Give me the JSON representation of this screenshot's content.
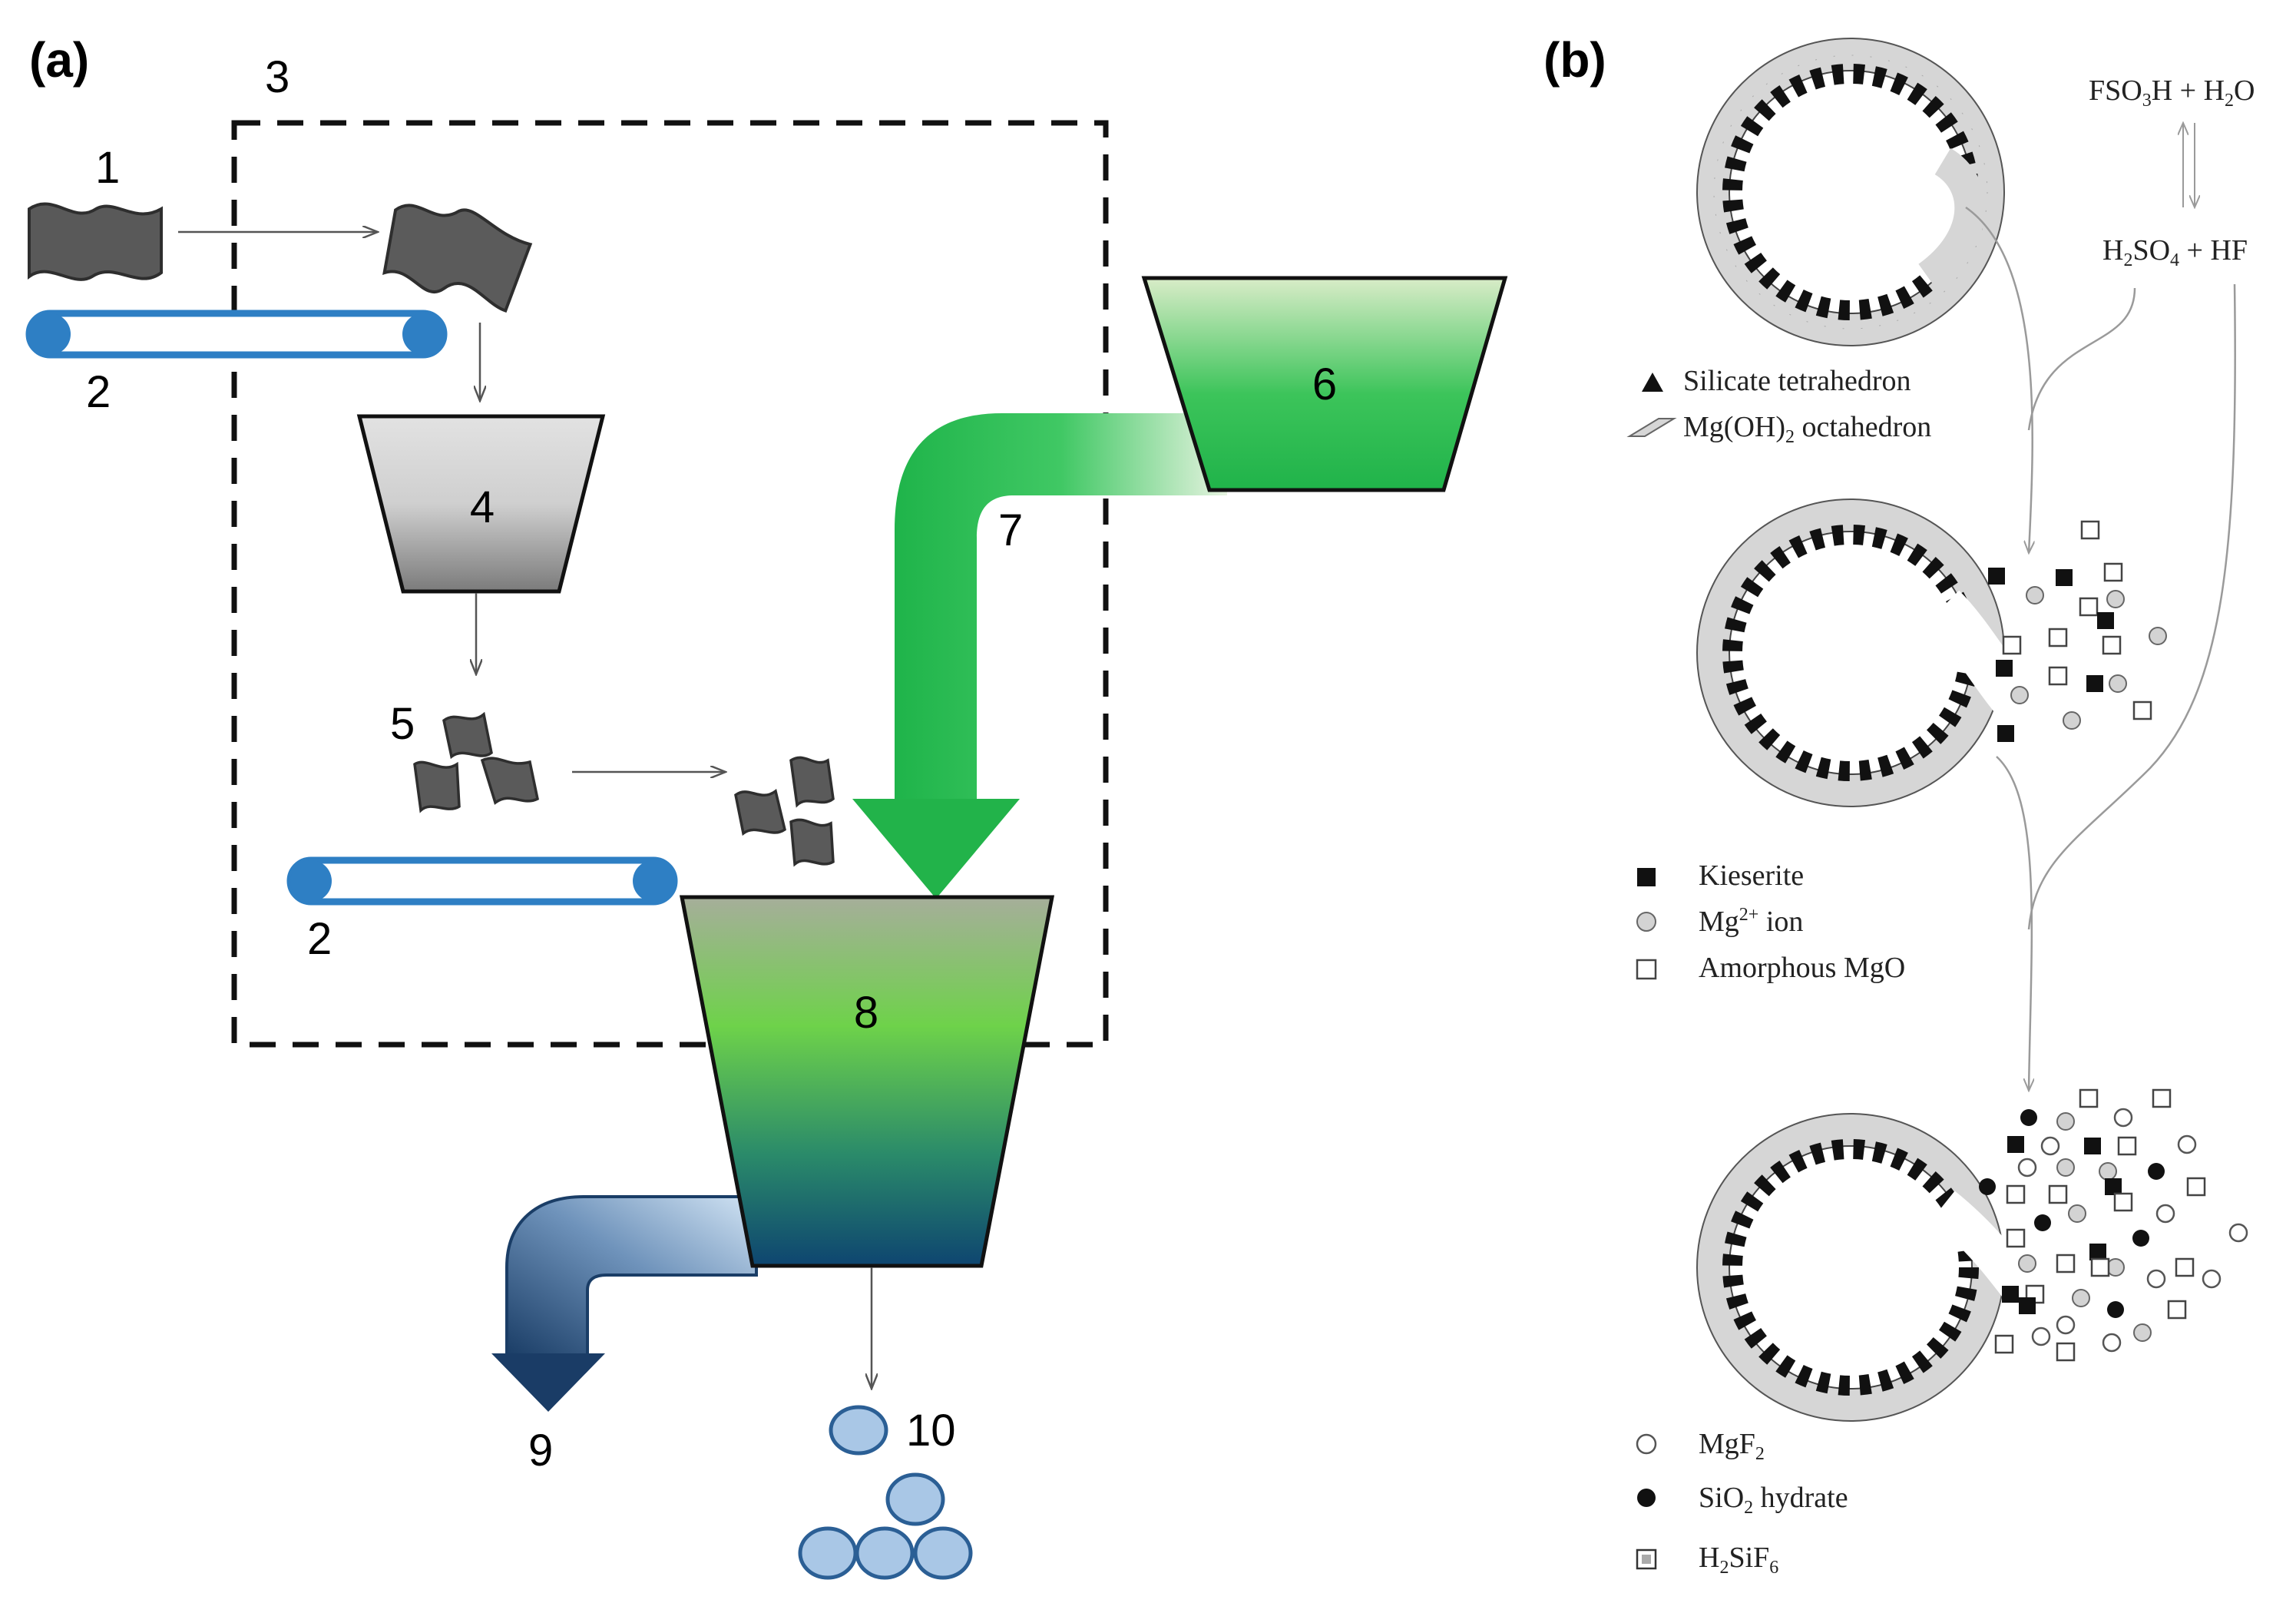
{
  "panel_a": {
    "label": "(a)",
    "numbers": {
      "n1": "1",
      "n2a": "2",
      "n2b": "2",
      "n3": "3",
      "n4": "4",
      "n5": "5",
      "n6": "6",
      "n7": "7",
      "n8": "8",
      "n9": "9",
      "n10": "10"
    },
    "colors": {
      "conveyor": "#2e7fc4",
      "rock": "#555555",
      "green": "#23b04a",
      "navy": "#0f3b63",
      "ball": "#a9c7e6"
    }
  },
  "panel_b": {
    "label": "(b)",
    "reaction": {
      "top_main": "FSO",
      "top_sub": "3",
      "top_rest": "H + H",
      "top_sub2": "2",
      "top_end": "O",
      "bottom_a": "H",
      "bottom_sub1": "2",
      "bottom_b": "SO",
      "bottom_sub2": "4",
      "bottom_end": " + HF"
    },
    "legend1": {
      "silicate": "Silicate tetrahedron",
      "mgoh_pre": "Mg(OH)",
      "mgoh_sub": "2",
      "mgoh_post": " octahedron"
    },
    "legend2": {
      "kieserite": "Kieserite",
      "mg_pre": "Mg",
      "mg_sup": "2+",
      "mg_post": " ion",
      "amorphous": "Amorphous MgO"
    },
    "legend3": {
      "mgf_pre": "MgF",
      "mgf_sub": "2",
      "sio_pre": "SiO",
      "sio_sub": "2",
      "sio_post": " hydrate",
      "hsif_a": "H",
      "hsif_s1": "2",
      "hsif_b": "SiF",
      "hsif_s2": "6"
    }
  }
}
